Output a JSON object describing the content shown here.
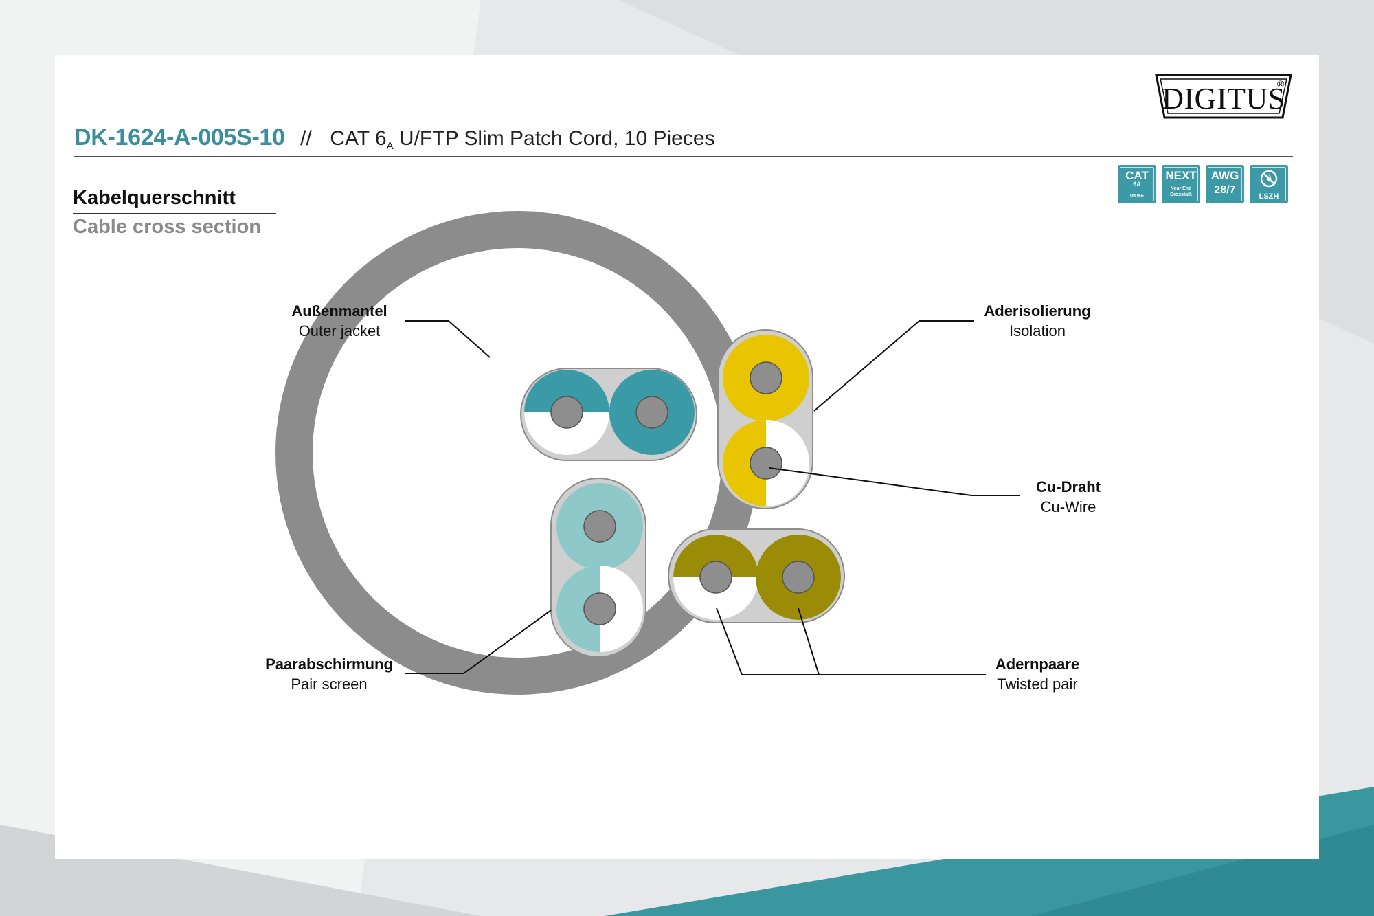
{
  "brand": {
    "logo_text": "DIGITUS",
    "registered_mark": "®"
  },
  "header": {
    "product_code": "DK-1624-A-005S-10",
    "separator": "//",
    "description_prefix": "CAT 6",
    "description_subscript": "A",
    "description_rest": " U/FTP Slim Patch Cord, 10 Pieces"
  },
  "badges": {
    "cat": {
      "big": "CAT",
      "mid": "6A",
      "small": "500 MHz"
    },
    "next": {
      "big": "NEXT",
      "line1": "Near End",
      "line2": "Crosstalk"
    },
    "awg": {
      "big": "AWG",
      "num": "28/7"
    },
    "lszh": {
      "icon": "flame-free-icon",
      "label": "LSZH"
    }
  },
  "section": {
    "title_de": "Kabelquerschnitt",
    "title_en": "Cable cross section"
  },
  "labels": {
    "outer_jacket": {
      "de": "Außenmantel",
      "en": "Outer jacket"
    },
    "isolation": {
      "de": "Aderisolierung",
      "en": "Isolation"
    },
    "cu_wire": {
      "de": "Cu-Draht",
      "en": "Cu-Wire"
    },
    "pair_screen": {
      "de": "Paarabschirmung",
      "en": "Pair screen"
    },
    "twisted_pair": {
      "de": "Adernpaare",
      "en": "Twisted pair"
    }
  },
  "colors": {
    "accent": "#3b8f9c",
    "jacket": "#8c8c8c",
    "screen": "#cfcfcf",
    "conductor": "#8e8e8e",
    "pair_blue": "#3a9aa6",
    "pair_yellow": "#e8c500",
    "pair_light_teal": "#8ec8c8",
    "pair_olive": "#9b8c08"
  }
}
